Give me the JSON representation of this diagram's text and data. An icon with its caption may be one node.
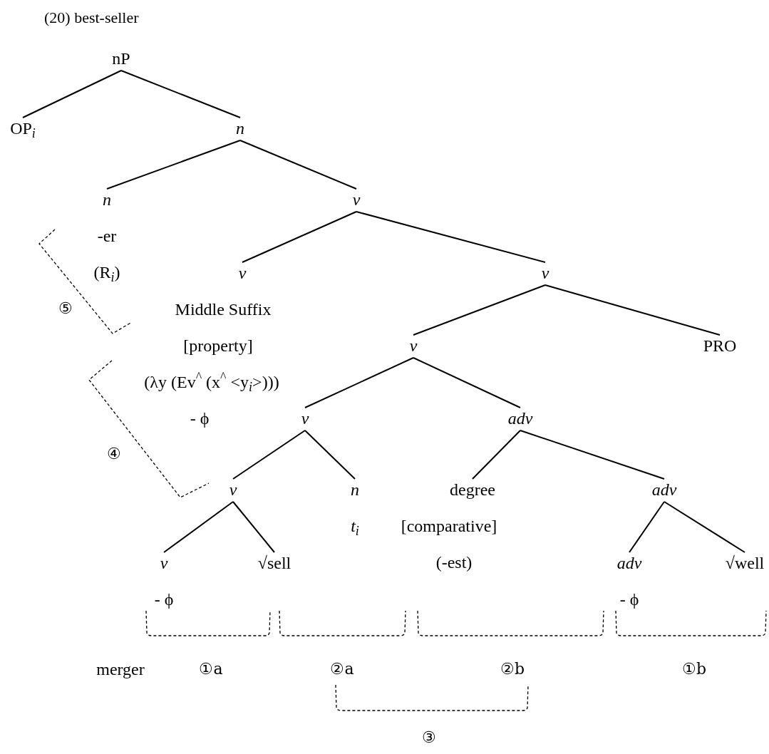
{
  "diagram": {
    "title": "(20) best-seller",
    "nodes": [
      {
        "text": [
          "nP"
        ]
      },
      {
        "text": [
          "OP$_{i}$"
        ]
      },
      {
        "text": [
          "*n*"
        ]
      },
      {
        "text": [
          "*n*",
          "-er",
          "(R$_{i}$)"
        ]
      },
      {
        "text": [
          "*v*"
        ]
      },
      {
        "text": [
          "*v*",
          "Middle Suffix",
          "[property]",
          "(λy (Ev$^{^}$ (x$^{^}$ <y$_{i}$>)))",
          "- ϕ"
        ]
      },
      {
        "text": [
          "*v*"
        ]
      },
      {
        "text": [
          "*v*"
        ]
      },
      {
        "text": [
          "PRO"
        ]
      },
      {
        "text": [
          "*v*"
        ]
      },
      {
        "text": [
          "*adv*"
        ]
      },
      {
        "text": [
          "*v*"
        ]
      },
      {
        "text": [
          "*n*",
          "*t*$_{i}$"
        ]
      },
      {
        "text": [
          "degree",
          "[comparative]",
          "(-est)"
        ]
      },
      {
        "text": [
          "*adv*"
        ]
      },
      {
        "text": [
          "*v*",
          "- ϕ"
        ]
      },
      {
        "text": [
          "√sell"
        ]
      },
      {
        "text": [
          "*adv*",
          "- ϕ"
        ]
      },
      {
        "text": [
          "√well"
        ]
      }
    ],
    "edges": [
      {
        "from": 0,
        "to": 1,
        "arrow": "none"
      },
      {
        "from": 0,
        "to": 2,
        "arrow": "none"
      },
      {
        "from": 2,
        "to": 3,
        "arrow": "none"
      },
      {
        "from": 2,
        "to": 4,
        "arrow": "none"
      },
      {
        "from": 4,
        "to": 5,
        "arrow": "none"
      },
      {
        "from": 4,
        "to": 6,
        "arrow": "none"
      },
      {
        "from": 6,
        "to": 7,
        "arrow": "none"
      },
      {
        "from": 6,
        "to": 8,
        "arrow": "none"
      },
      {
        "from": 7,
        "to": 9,
        "arrow": "none"
      },
      {
        "from": 7,
        "to": 10,
        "arrow": "none"
      },
      {
        "from": 9,
        "to": 11,
        "arrow": "none"
      },
      {
        "from": 9,
        "to": 12,
        "arrow": "none"
      },
      {
        "from": 10,
        "to": 13,
        "arrow": "none"
      },
      {
        "from": 10,
        "to": 14,
        "arrow": "none"
      },
      {
        "from": 11,
        "to": 15,
        "arrow": "none"
      },
      {
        "from": 11,
        "to": 16,
        "arrow": "none"
      },
      {
        "from": 14,
        "to": 17,
        "arrow": "none"
      },
      {
        "from": 14,
        "to": 18,
        "arrow": "none"
      }
    ],
    "labels": [
      "⑤",
      "④",
      "merger",
      "①a",
      "②a",
      "②b",
      "①b",
      "③"
    ]
  }
}
